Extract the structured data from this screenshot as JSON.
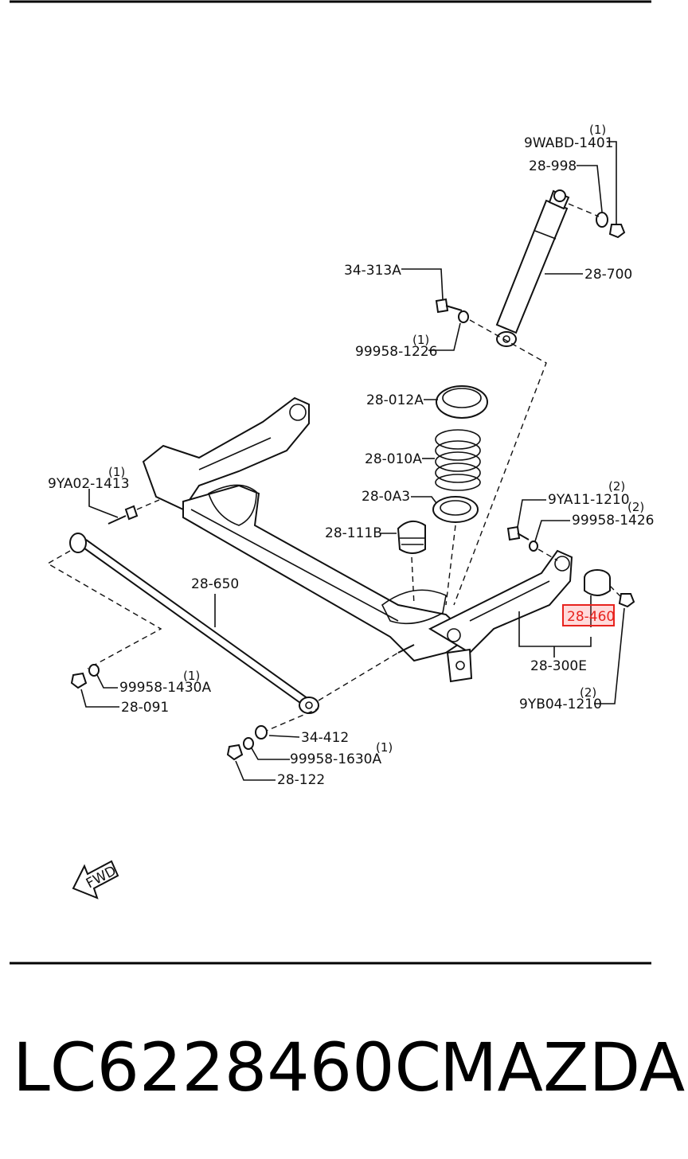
{
  "callouts": {
    "wabd": {
      "code": "9WABD-1401",
      "qty": "(1)"
    },
    "p28998": {
      "code": "28-998"
    },
    "p34313a": {
      "code": "34-313A"
    },
    "p28700": {
      "code": "28-700"
    },
    "p99958_1226": {
      "code": "99958-1226",
      "qty": "(1)"
    },
    "p28012a": {
      "code": "28-012A"
    },
    "p28010a": {
      "code": "28-010A"
    },
    "p9ya02": {
      "code": "9YA02-1413",
      "qty": "(1)"
    },
    "p280a3": {
      "code": "28-0A3"
    },
    "p9ya11": {
      "code": "9YA11-1210",
      "qty": "(2)"
    },
    "p99958_1426": {
      "code": "99958-1426",
      "qty": "(2)"
    },
    "p28111b": {
      "code": "28-111B"
    },
    "p28650": {
      "code": "28-650"
    },
    "p28460": {
      "code": "28-460"
    },
    "p28300e": {
      "code": "28-300E"
    },
    "p99958_1430a": {
      "code": "99958-1430A",
      "qty": "(1)"
    },
    "p28091": {
      "code": "28-091"
    },
    "p9yb04": {
      "code": "9YB04-1210",
      "qty": "(2)"
    },
    "p34412": {
      "code": "34-412"
    },
    "p99958_1630a": {
      "code": "99958-1630A",
      "qty": "(1)"
    },
    "p28122": {
      "code": "28-122"
    }
  },
  "fwd_arrow": {
    "label": "FWD"
  },
  "highlight": {
    "color": "#e8231e"
  },
  "footer": {
    "part_number": "LC6228460C",
    "brand": "MAZDA"
  }
}
